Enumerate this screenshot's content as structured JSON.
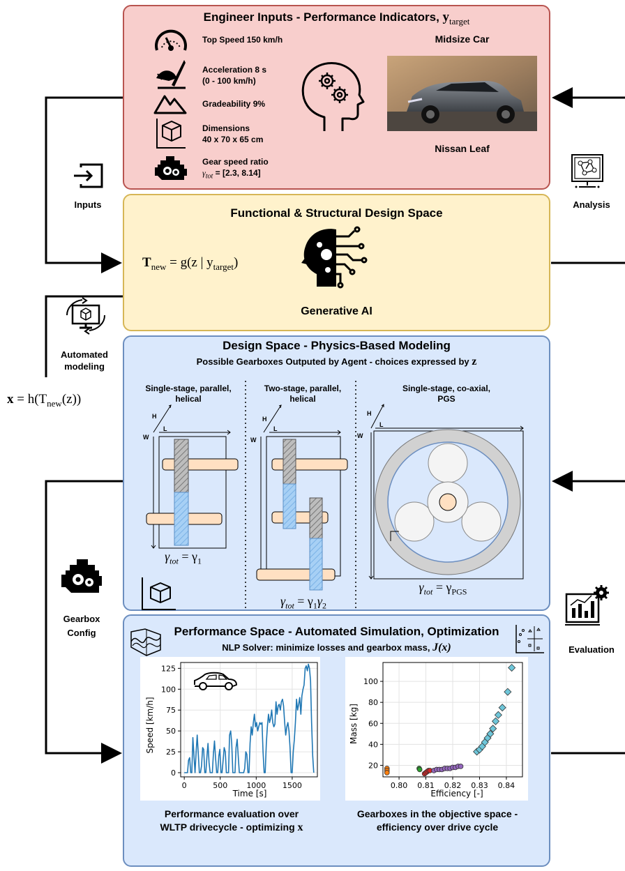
{
  "panel_inputs": {
    "title": "Engineer Inputs - Performance Indicators,",
    "title_math": "y",
    "title_math_sub": "target",
    "indicators": [
      {
        "icon": "speedometer-icon",
        "label": "Top Speed 150 km/h"
      },
      {
        "icon": "pedal-icon",
        "label": "Acceleration 8 s",
        "label2": "(0 - 100 km/h)"
      },
      {
        "icon": "mountain-icon",
        "label": "Gradeability 9%"
      },
      {
        "icon": "dimension-box-icon",
        "label": "Dimensions",
        "label2": "40 x 70 x 65 cm"
      },
      {
        "icon": "engine-icon",
        "label": "Gear speed ratio",
        "label2_math": "γ",
        "label2_sub": "tot",
        "label2": " = [2.3, 8.14]"
      }
    ],
    "car_class": "Midsize Car",
    "car_name": "Nissan Leaf"
  },
  "panel_design": {
    "title": "Functional & Structural Design Space",
    "formula_lhs": "T",
    "formula_lhs_sub": "new",
    "formula_rhs": " = g(z | y",
    "formula_rhs_sub": "target",
    "formula_close": ")",
    "subtitle": "Generative AI"
  },
  "panel_physics": {
    "title": "Design Space - Physics-Based Modeling",
    "subtitle": "Possible Gearboxes Outputed by Agent - choices expressed by",
    "subtitle_math": "z",
    "gearboxes": [
      {
        "title1": "Single-stage, parallel,",
        "title2": "helical",
        "ratio": "γ",
        "ratio_sub": "tot",
        "ratio_rhs": " = γ",
        "ratio_rhs_sub": "1"
      },
      {
        "title1": "Two-stage, parallel,",
        "title2": "helical",
        "ratio": "γ",
        "ratio_sub": "tot",
        "ratio_rhs": " = γ",
        "ratio_rhs_sub": "1",
        "ratio_rhs2": "γ",
        "ratio_rhs2_sub": "2"
      },
      {
        "title1": "Single-stage, co-axial,",
        "title2": "PGS",
        "ratio": "γ",
        "ratio_sub": "tot",
        "ratio_rhs": " = γ",
        "ratio_rhs_sub": "PGS"
      }
    ],
    "axis_h": "H",
    "axis_l": "L",
    "axis_w": "W"
  },
  "panel_perf": {
    "title": "Performance Space - Automated Simulation, Optimization",
    "subtitle": "NLP Solver: minimize losses and gearbox mass,",
    "subtitle_math": "J(x)",
    "caption_left1": "Performance evaluation over",
    "caption_left2": "WLTP drivecycle - optimizing",
    "caption_left2_math": "x",
    "caption_right1": "Gearboxes in the objective space -",
    "caption_right2": "efficiency over drive cycle"
  },
  "side": {
    "inputs": "Inputs",
    "analysis": "Analysis",
    "automated1": "Automated",
    "automated2": "modeling",
    "gearbox1": "Gearbox",
    "gearbox2": "Config",
    "evaluation": "Evaluation",
    "x_formula_lhs": "x",
    "x_formula_mid": " = h(T",
    "x_formula_sub": "new",
    "x_formula_rhs": "(z))"
  },
  "colors": {
    "inputs_fill": "#f8cecc",
    "inputs_border": "#b85450",
    "design_fill": "#fff2cc",
    "design_border": "#d6b656",
    "physics_fill": "#dae8fc",
    "physics_border": "#6c8ebf",
    "shaft_fill": "#ffe0c2",
    "line_color": "#1f77b4"
  },
  "chart_data": [
    {
      "type": "line",
      "title": "",
      "xlabel": "Time [s]",
      "ylabel": "Speed [km/h]",
      "xlim": [
        -50,
        1850
      ],
      "ylim": [
        -5,
        132
      ],
      "xticks": [
        0,
        500,
        1000,
        1500
      ],
      "yticks": [
        0,
        25,
        50,
        75,
        100,
        125
      ],
      "grid": true,
      "x": [
        0,
        15,
        30,
        45,
        60,
        75,
        90,
        105,
        120,
        135,
        150,
        165,
        180,
        195,
        210,
        225,
        240,
        255,
        270,
        285,
        300,
        315,
        330,
        345,
        360,
        375,
        390,
        405,
        420,
        435,
        450,
        465,
        480,
        495,
        510,
        525,
        540,
        555,
        570,
        585,
        600,
        615,
        630,
        645,
        660,
        675,
        690,
        705,
        720,
        735,
        750,
        765,
        780,
        795,
        810,
        825,
        840,
        855,
        870,
        885,
        900,
        915,
        930,
        945,
        960,
        975,
        990,
        1005,
        1020,
        1035,
        1050,
        1065,
        1080,
        1095,
        1110,
        1125,
        1140,
        1155,
        1170,
        1185,
        1200,
        1215,
        1230,
        1245,
        1260,
        1275,
        1290,
        1305,
        1320,
        1335,
        1350,
        1365,
        1380,
        1395,
        1410,
        1425,
        1440,
        1455,
        1470,
        1485,
        1500,
        1515,
        1530,
        1545,
        1560,
        1575,
        1590,
        1605,
        1620,
        1635,
        1650,
        1665,
        1680,
        1695,
        1710,
        1725,
        1740,
        1755,
        1770,
        1785,
        1800
      ],
      "values": [
        0,
        0,
        0,
        0,
        15,
        18,
        0,
        0,
        42,
        20,
        0,
        25,
        45,
        22,
        0,
        0,
        8,
        30,
        28,
        0,
        0,
        20,
        35,
        12,
        0,
        0,
        0,
        22,
        38,
        18,
        0,
        0,
        20,
        28,
        0,
        0,
        15,
        30,
        25,
        0,
        0,
        0,
        45,
        50,
        35,
        0,
        0,
        0,
        30,
        40,
        20,
        0,
        0,
        0,
        0,
        0,
        5,
        25,
        22,
        0,
        0,
        35,
        55,
        45,
        60,
        70,
        55,
        60,
        50,
        55,
        60,
        58,
        60,
        25,
        0,
        0,
        35,
        55,
        70,
        60,
        65,
        75,
        60,
        55,
        58,
        85,
        70,
        80,
        82,
        75,
        85,
        88,
        80,
        60,
        45,
        55,
        60,
        50,
        30,
        0,
        0,
        25,
        40,
        60,
        88,
        75,
        82,
        90,
        70,
        92,
        100,
        105,
        125,
        128,
        122,
        130,
        125,
        110,
        60,
        20,
        0
      ]
    },
    {
      "type": "scatter",
      "title": "",
      "xlabel": "Efficiency [-]",
      "ylabel": "Mass [kg]",
      "xlim": [
        0.794,
        0.846
      ],
      "ylim": [
        9,
        118
      ],
      "xticks": [
        0.8,
        0.81,
        0.82,
        0.83,
        0.84
      ],
      "xtick_labels": [
        "0.80",
        "0.81",
        "0.82",
        "0.83",
        "0.84"
      ],
      "yticks": [
        20,
        40,
        60,
        80,
        100
      ],
      "grid": true,
      "series": [
        {
          "marker": "circle",
          "color": "#ff7f0e",
          "points": [
            [
              0.7955,
              17
            ],
            [
              0.7955,
              15
            ],
            [
              0.7955,
              13
            ]
          ]
        },
        {
          "marker": "circle",
          "color": "#2ca02c",
          "points": [
            [
              0.8075,
              17
            ],
            [
              0.8077,
              16
            ]
          ]
        },
        {
          "marker": "circle",
          "color": "#d62728",
          "points": [
            [
              0.8095,
              12
            ],
            [
              0.81,
              13
            ],
            [
              0.8105,
              14
            ],
            [
              0.811,
              15
            ],
            [
              0.8115,
              15
            ]
          ]
        },
        {
          "marker": "circle",
          "color": "#9467bd",
          "points": [
            [
              0.813,
              15
            ],
            [
              0.814,
              16
            ],
            [
              0.815,
              16
            ],
            [
              0.816,
              16
            ],
            [
              0.817,
              17
            ],
            [
              0.818,
              17
            ],
            [
              0.819,
              17
            ],
            [
              0.82,
              18
            ],
            [
              0.821,
              18
            ],
            [
              0.822,
              19
            ],
            [
              0.823,
              19
            ]
          ]
        },
        {
          "marker": "diamond",
          "color": "#6ec6d9",
          "points": [
            [
              0.829,
              33
            ],
            [
              0.83,
              35
            ],
            [
              0.831,
              38
            ],
            [
              0.832,
              42
            ],
            [
              0.833,
              46
            ],
            [
              0.834,
              50
            ],
            [
              0.835,
              55
            ],
            [
              0.836,
              62
            ],
            [
              0.837,
              68
            ],
            [
              0.8385,
              75
            ],
            [
              0.8405,
              90
            ],
            [
              0.842,
              113
            ]
          ]
        }
      ]
    }
  ]
}
